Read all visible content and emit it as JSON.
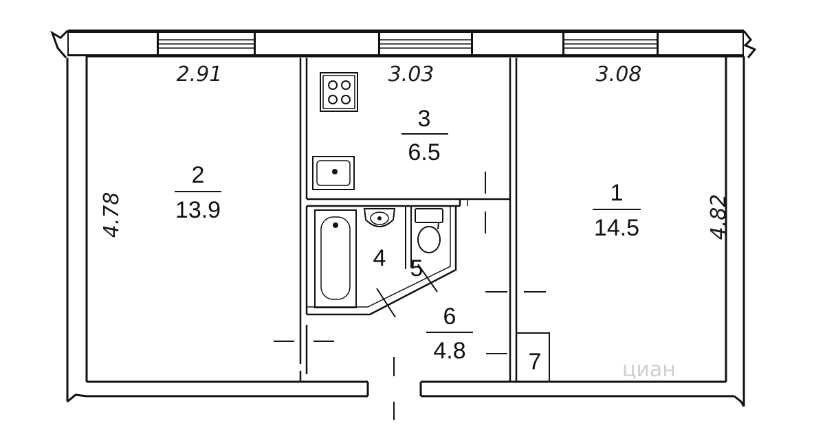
{
  "plan": {
    "dimensions": {
      "room2_width": "2.91",
      "room3_width": "3.03",
      "room1_width": "3.08",
      "room2_depth": "4.78",
      "room1_depth": "4.82"
    },
    "rooms": [
      {
        "id": "2",
        "number": "2",
        "area": "13.9"
      },
      {
        "id": "3",
        "number": "3",
        "area": "6.5"
      },
      {
        "id": "1",
        "number": "1",
        "area": "14.5"
      },
      {
        "id": "4",
        "number": "4",
        "area": ""
      },
      {
        "id": "5",
        "number": "5",
        "area": ""
      },
      {
        "id": "6",
        "number": "6",
        "area": "4.8"
      },
      {
        "id": "7",
        "number": "7",
        "area": ""
      }
    ],
    "fixtures": [
      "stove-icon",
      "kitchen-sink-icon",
      "bathtub-icon",
      "washbasin-icon",
      "toilet-icon"
    ],
    "watermark": "циан"
  }
}
